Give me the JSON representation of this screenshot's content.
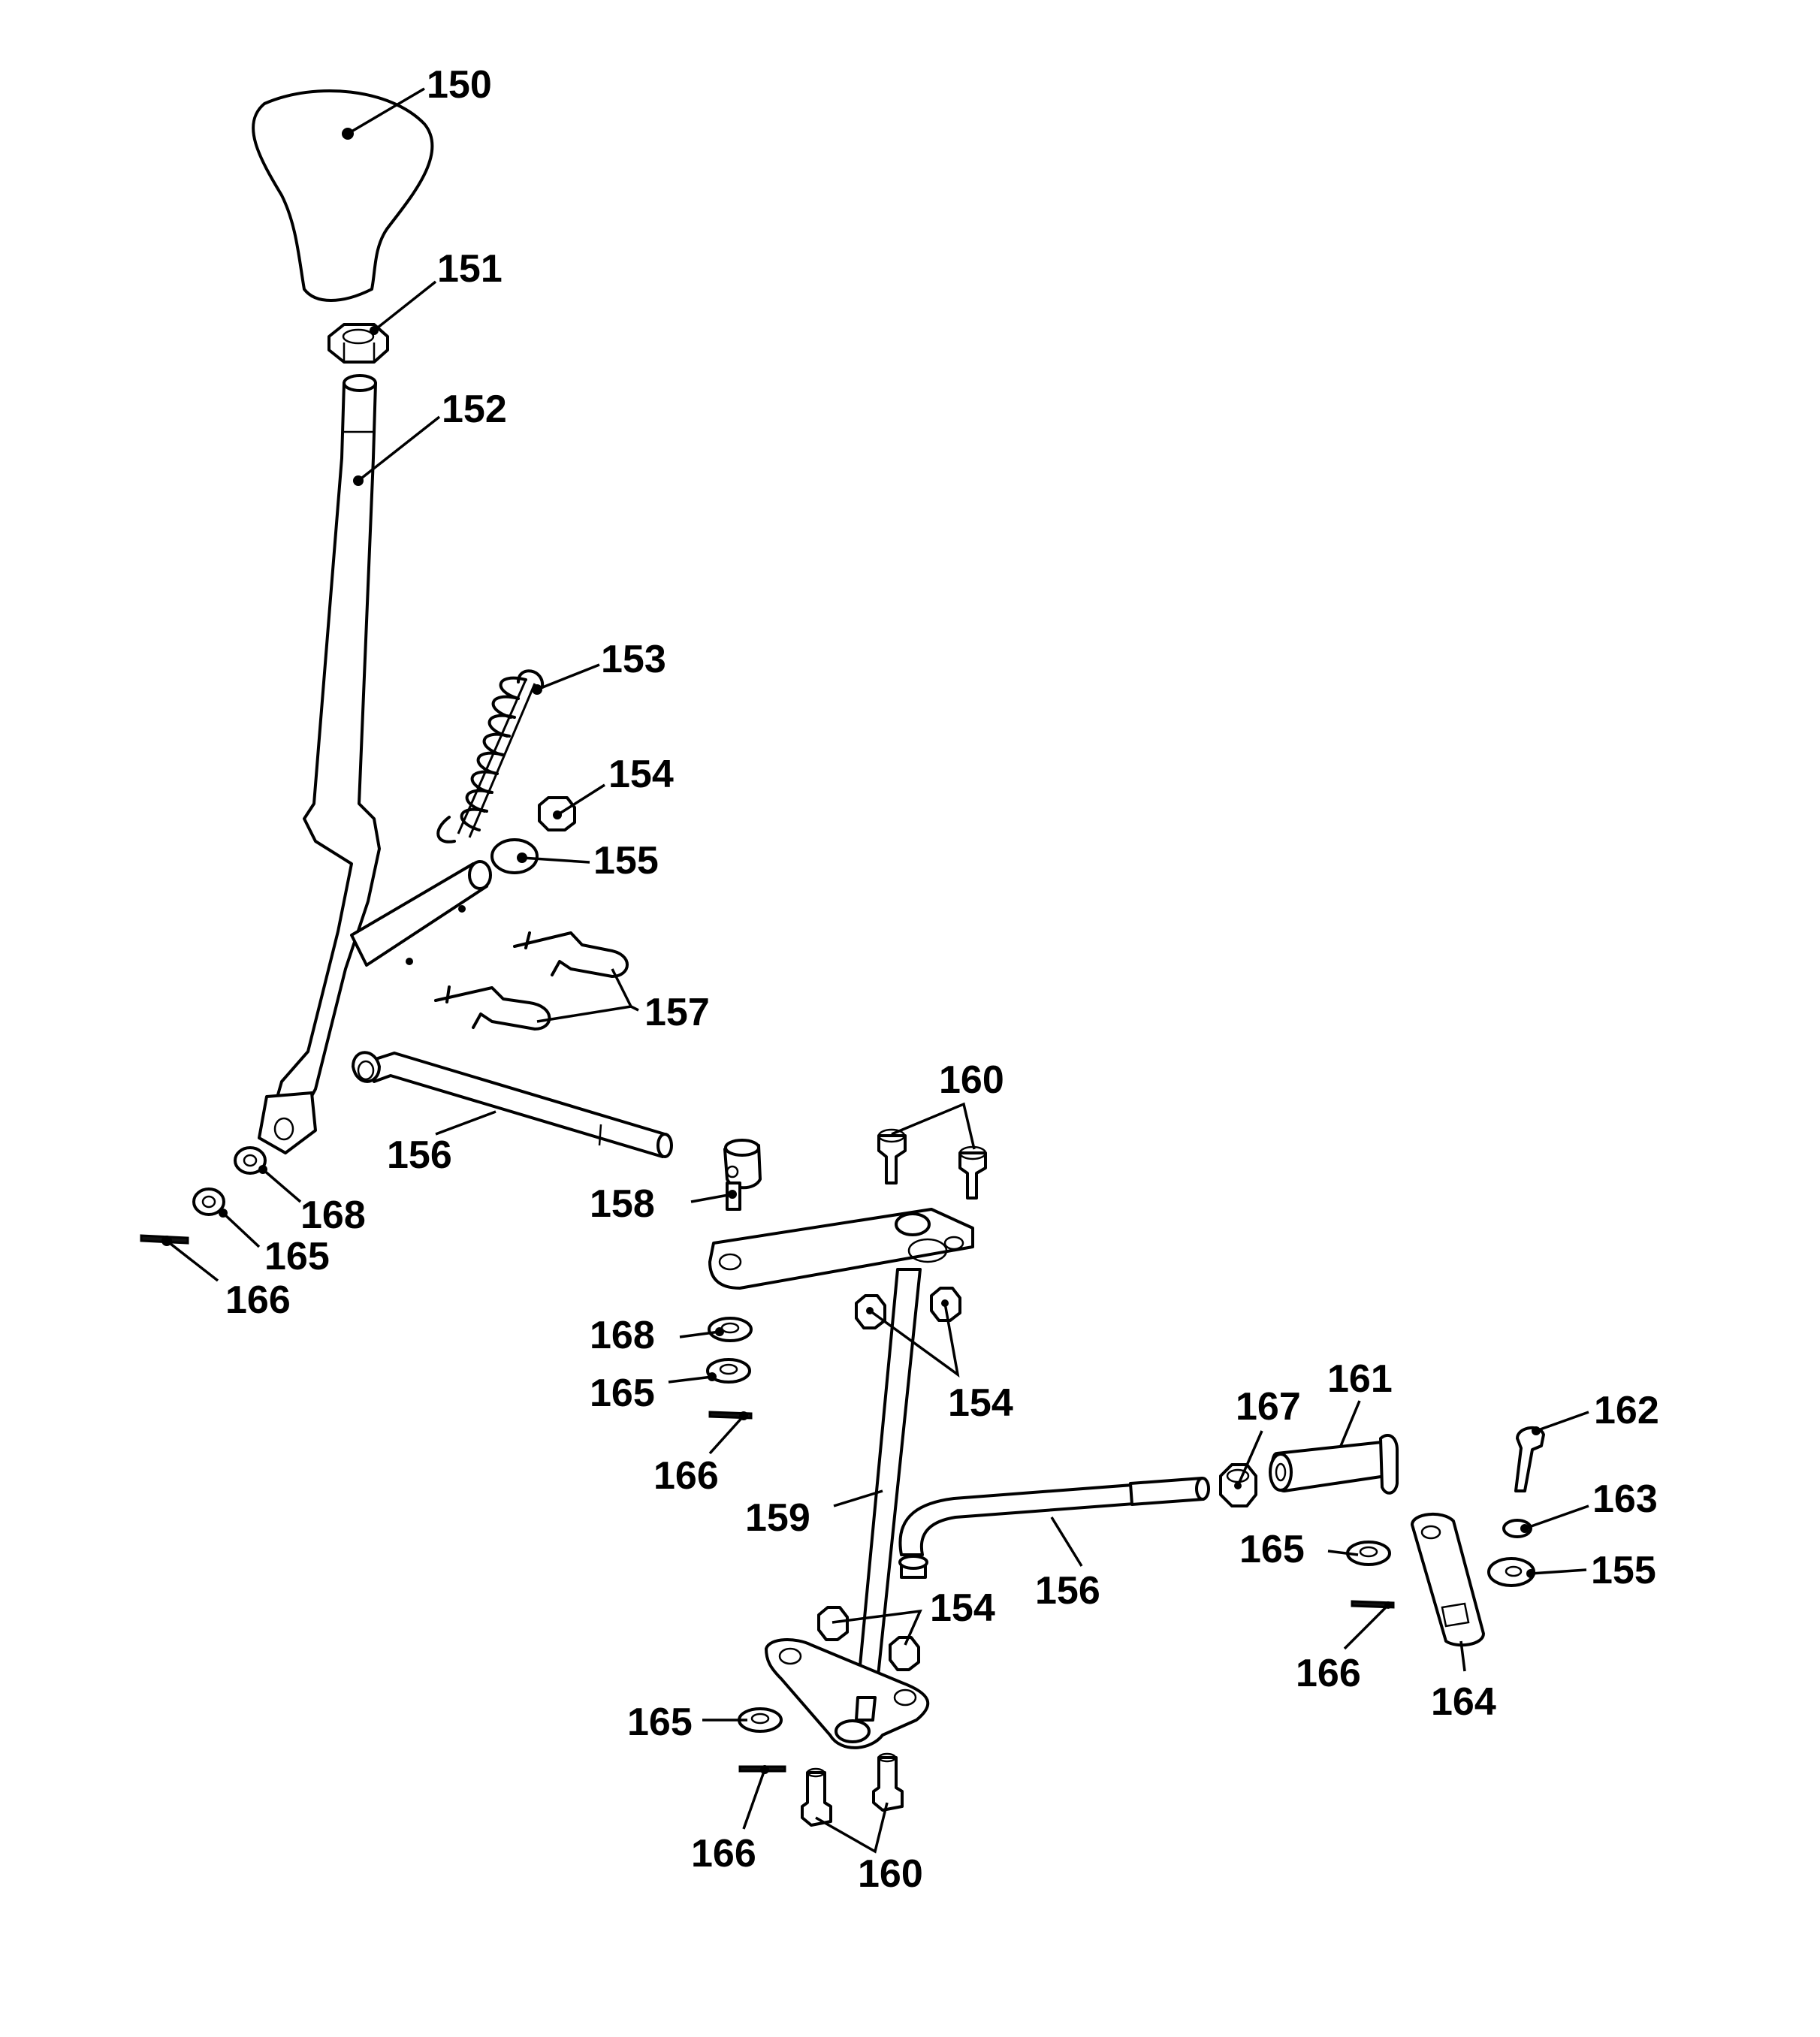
{
  "callouts": {
    "c150": "150",
    "c151": "151",
    "c152": "152",
    "c153": "153",
    "c154a": "154",
    "c155a": "155",
    "c157": "157",
    "c156a": "156",
    "c168a": "168",
    "c165a": "165",
    "c166a": "166",
    "c158": "158",
    "c160a": "160",
    "c168b": "168",
    "c165b": "165",
    "c166b": "166",
    "c154b": "154",
    "c159": "159",
    "c156b": "156",
    "c167": "167",
    "c161": "161",
    "c162": "162",
    "c163": "163",
    "c165c": "165",
    "c155b": "155",
    "c166c": "166",
    "c164": "164",
    "c154c": "154",
    "c165d": "165",
    "c166d": "166",
    "c160b": "160"
  }
}
